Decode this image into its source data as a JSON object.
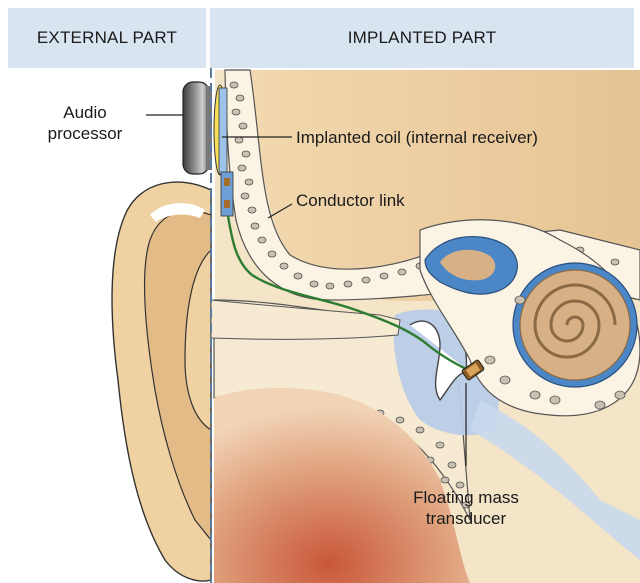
{
  "header": {
    "external": "EXTERNAL PART",
    "implanted": "IMPLANTED PART"
  },
  "labels": {
    "audio_processor_line1": "Audio",
    "audio_processor_line2": "processor",
    "implanted_coil": "Implanted coil (internal receiver)",
    "conductor_link": "Conductor link",
    "fmt_line1": "Floating mass",
    "fmt_line2": "transducer"
  },
  "colors": {
    "header_bg": "#d9e4f1",
    "skin": "#e8c99b",
    "bone": "#fbf3e3",
    "cochlea": "#d7b085",
    "inner_ear_fluid": "#4b86c6",
    "middle_ear_space": "#b9cde8",
    "wire": "#2e7d32",
    "divider": "#5b7aa0"
  }
}
